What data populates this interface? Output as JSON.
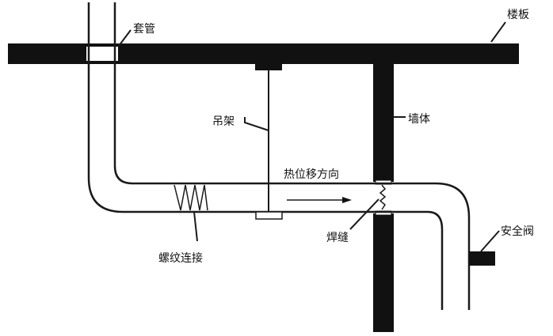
{
  "labels": {
    "sleeve": "套管",
    "floor_slab": "楼板",
    "hanger": "吊架",
    "wall": "墙体",
    "thermal_direction": "热位移方向",
    "weld": "焊缝",
    "threaded_joint": "螺纹连接",
    "safety_valve": "安全阀"
  },
  "colors": {
    "structure": "#111111",
    "line": "#1a1a1a"
  }
}
